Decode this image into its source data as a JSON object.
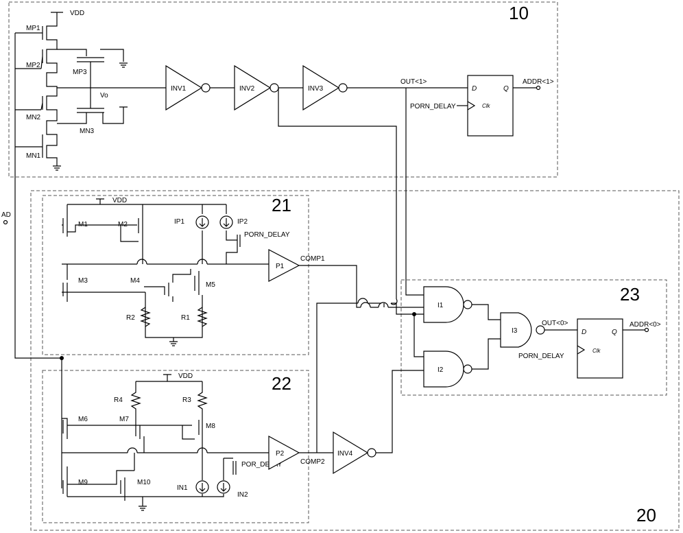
{
  "blocks": {
    "b10": "10",
    "b20": "20",
    "b21": "21",
    "b22": "22",
    "b23": "23"
  },
  "signals": {
    "vdd": "VDD",
    "ad": "AD",
    "vo": "Vo",
    "out1": "OUT<1>",
    "out0": "OUT<0>",
    "addr1": "ADDR<1>",
    "addr0": "ADDR<0>",
    "porn_delay": "PORN_DELAY",
    "por_delay": "POR_DELAY",
    "comp1": "COMP1",
    "comp2": "COMP2"
  },
  "transistors": {
    "mp1": "MP1",
    "mp2": "MP2",
    "mp3": "MP3",
    "mn1": "MN1",
    "mn2": "MN2",
    "mn3": "MN3",
    "m1": "M1",
    "m2": "M2",
    "m3": "M3",
    "m4": "M4",
    "m5": "M5",
    "m6": "M6",
    "m7": "M7",
    "m8": "M8",
    "m9": "M9",
    "m10": "M10"
  },
  "resistors": {
    "r1": "R1",
    "r2": "R2",
    "r3": "R3",
    "r4": "R4"
  },
  "sources": {
    "ip1": "IP1",
    "ip2": "IP2",
    "in1": "IN1",
    "in2": "IN2"
  },
  "gates": {
    "inv1": "INV1",
    "inv2": "INV2",
    "inv3": "INV3",
    "inv4": "INV4",
    "p1": "P1",
    "p2": "P2",
    "i1": "I1",
    "i2": "I2",
    "i3": "I3"
  },
  "flipflop": {
    "d": "D",
    "q": "Q",
    "clk": "Clk"
  }
}
